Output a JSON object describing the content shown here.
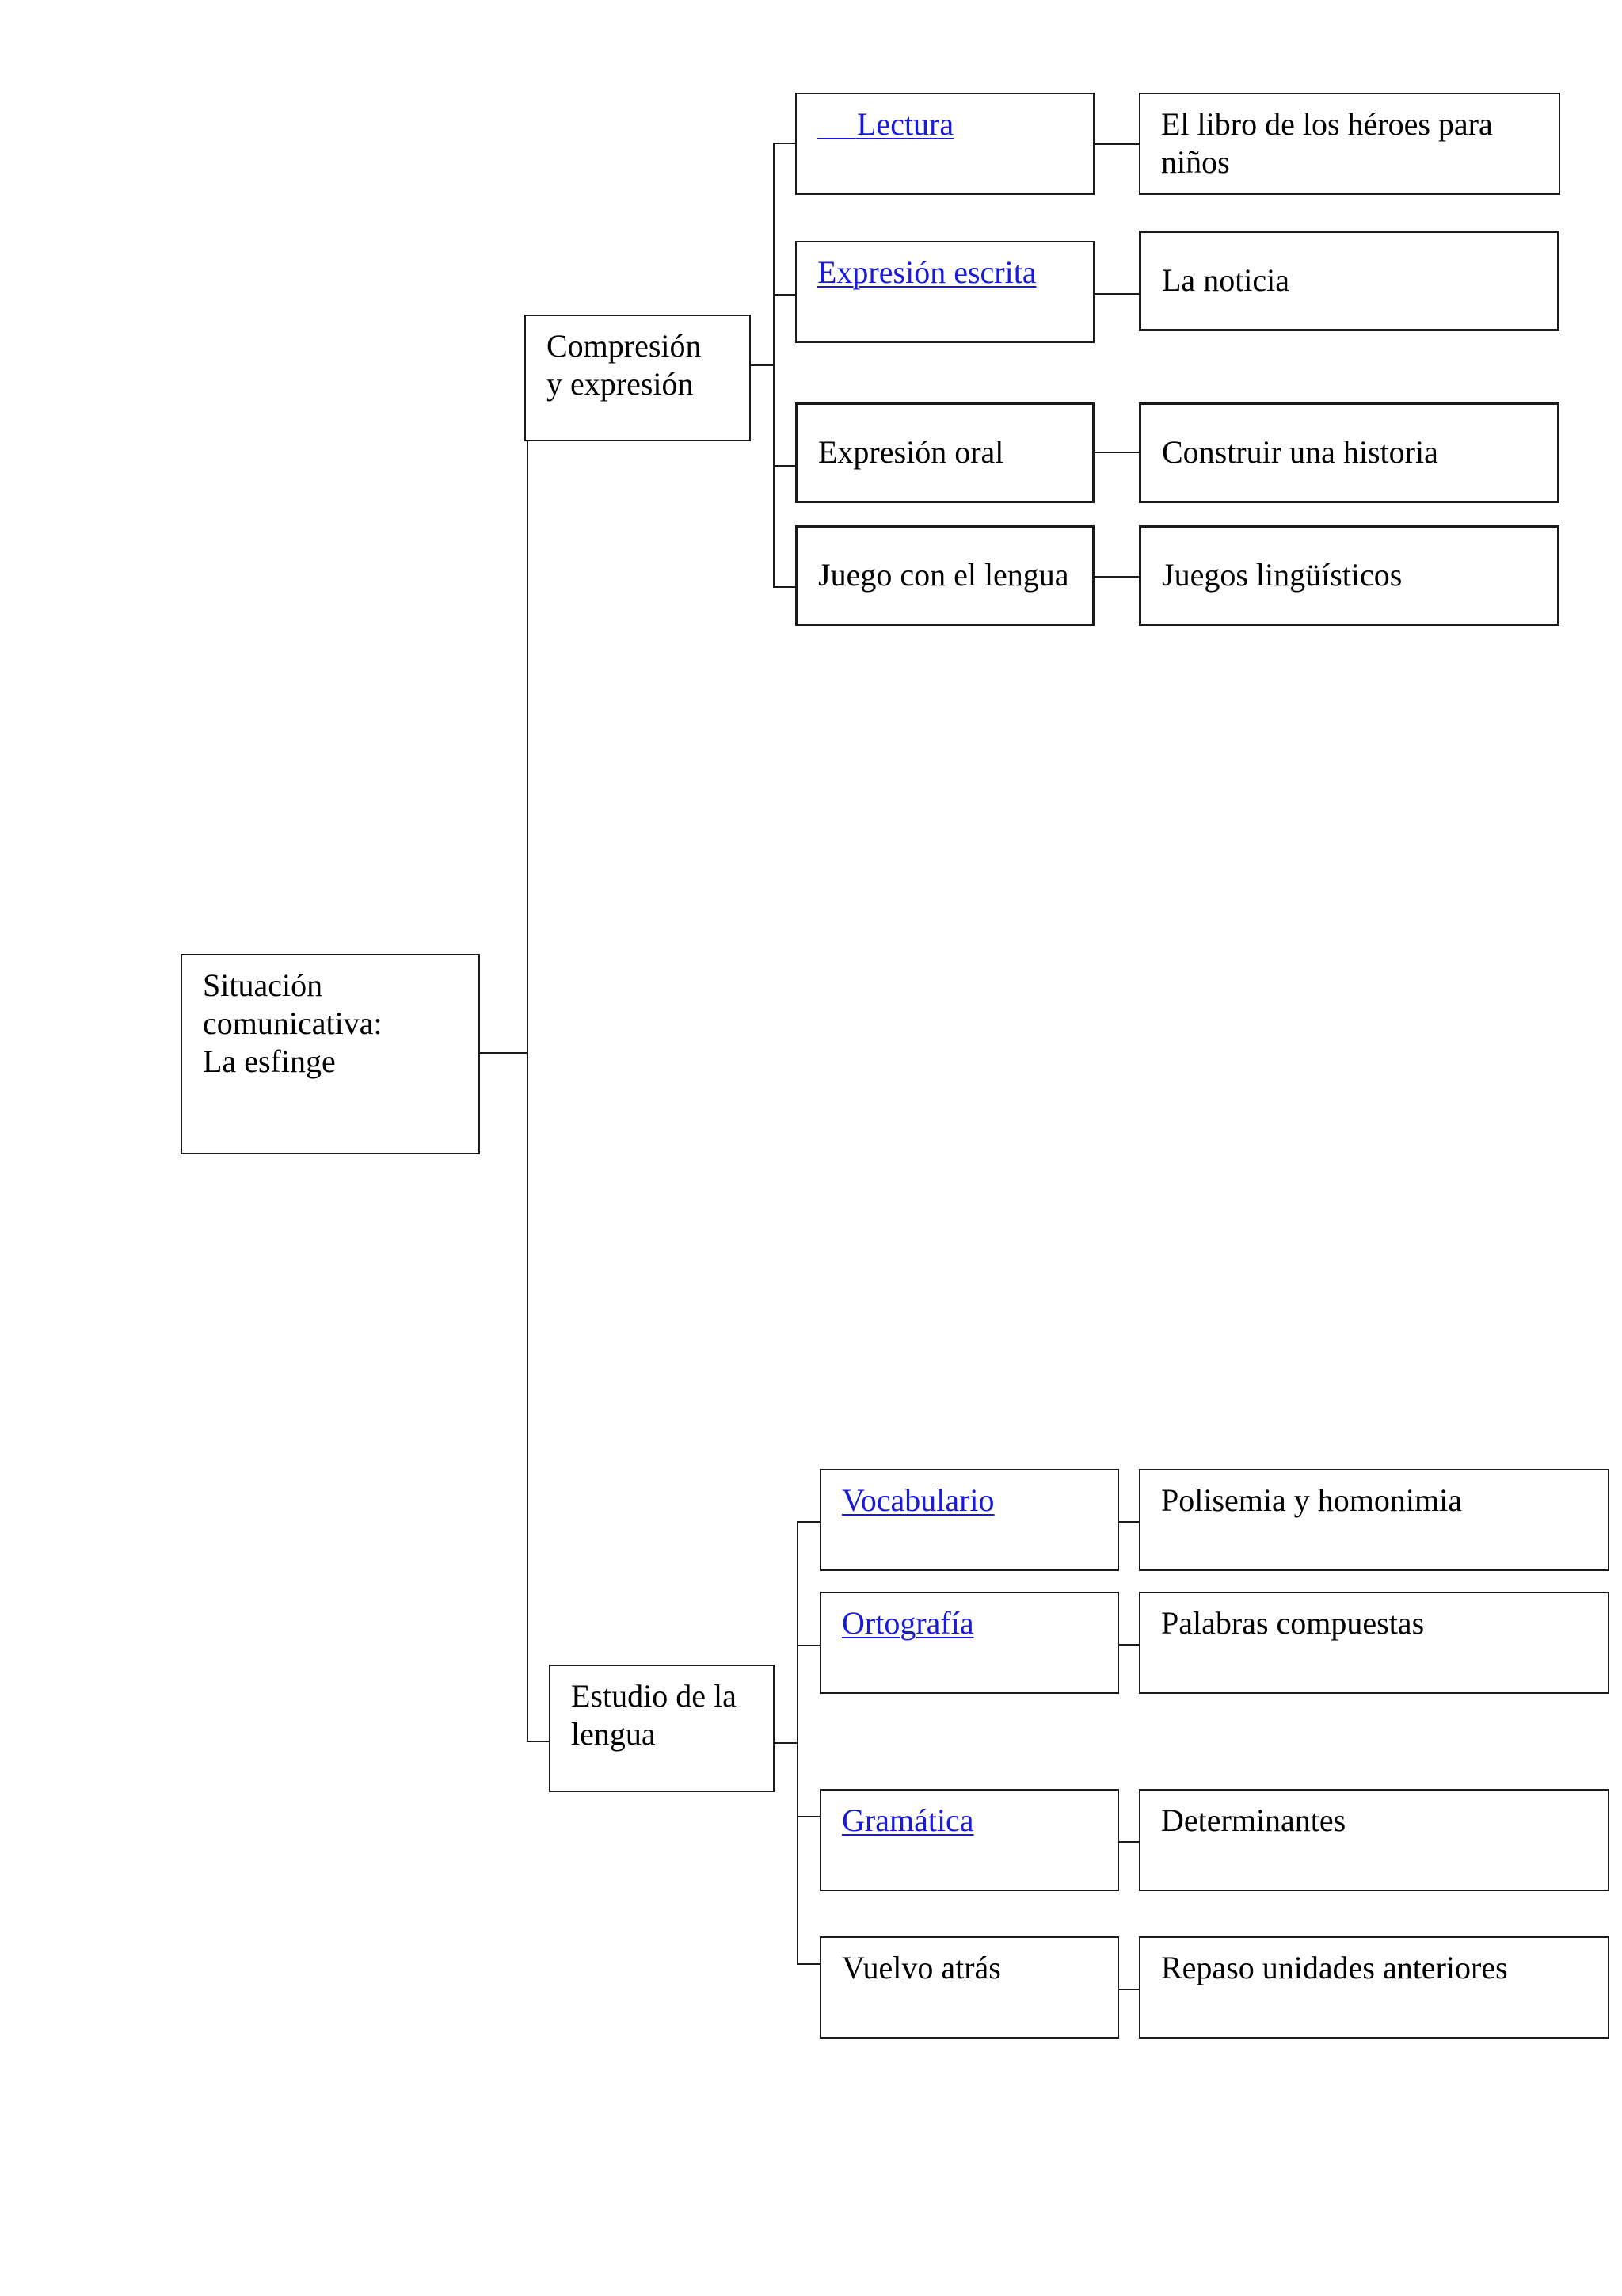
{
  "root": {
    "lines": [
      "Situación",
      "comunicativa:",
      "La esfinge"
    ]
  },
  "branch_compression": {
    "lines": [
      "Compresión",
      "y expresión"
    ]
  },
  "branch_study": {
    "lines": [
      "Estudio de la",
      "lengua"
    ]
  },
  "topics": {
    "lectura": {
      "label": "Lectura",
      "detail": "El libro  de los héroes para niños"
    },
    "expresion_escrita": {
      "label": "Expresión escrita",
      "detail": "La noticia"
    },
    "expresion_oral": {
      "label": "Expresión oral",
      "detail": "Construir una historia"
    },
    "juego": {
      "label": "Juego con el lengua",
      "detail": "Juegos lingüísticos"
    },
    "vocabulario": {
      "label": "Vocabulario",
      "detail": "Polisemia y homonimia"
    },
    "ortografia": {
      "label": "Ortografía",
      "detail": "Palabras compuestas"
    },
    "gramatica": {
      "label": "Gramática",
      "detail": "Determinantes"
    },
    "vuelvo": {
      "label": "Vuelvo atrás",
      "detail": "Repaso unidades anteriores"
    }
  },
  "colors": {
    "link": "#1a1adb",
    "border": "#1a1a1a",
    "text": "#000000",
    "background": "#ffffff"
  }
}
